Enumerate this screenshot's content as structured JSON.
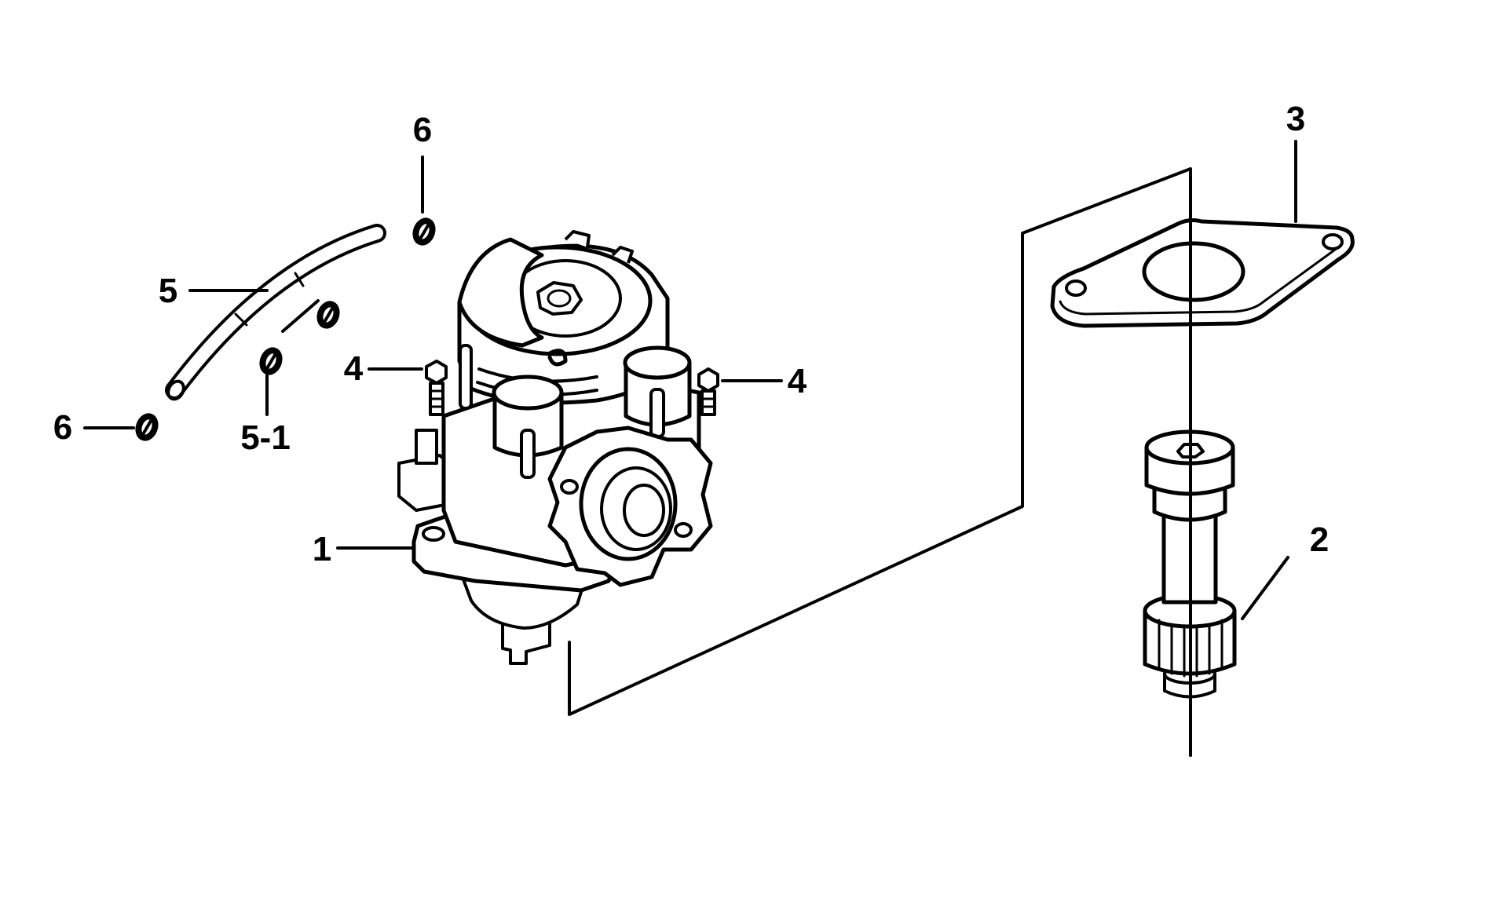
{
  "callouts": {
    "c1": "1",
    "c2": "2",
    "c3": "3",
    "c4a": "4",
    "c4b": "4",
    "c5": "5",
    "c5_1": "5-1",
    "c6a": "6",
    "c6b": "6"
  },
  "colors": {
    "ink": "#000000",
    "background": "#ffffff"
  },
  "parts": [
    "oil-pump-icon",
    "drive-gear-shaft-icon",
    "gasket-icon",
    "bolt-icon",
    "oil-hose-icon",
    "hose-clip-icon"
  ]
}
